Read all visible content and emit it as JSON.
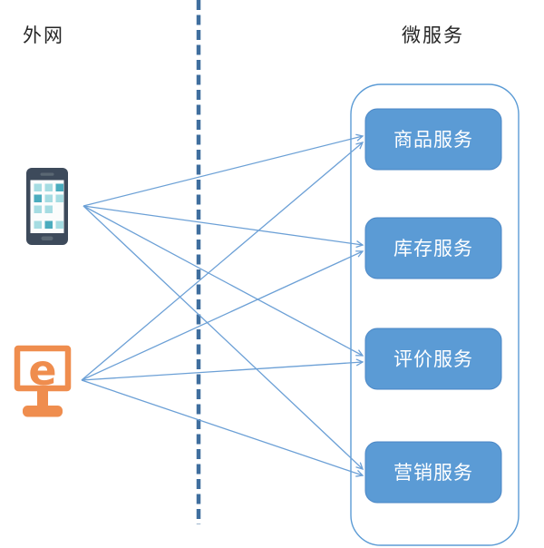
{
  "diagram": {
    "left_zone_label": "外网",
    "right_zone_label": "微服务",
    "services": [
      {
        "label": "商品服务"
      },
      {
        "label": "库存服务"
      },
      {
        "label": "评价服务"
      },
      {
        "label": "营销服务"
      }
    ],
    "clients": [
      {
        "name": "mobile-app-icon"
      },
      {
        "name": "browser-icon",
        "letter": "e"
      }
    ],
    "connections": [
      {
        "from": "mobile-app",
        "to": "商品服务"
      },
      {
        "from": "mobile-app",
        "to": "库存服务"
      },
      {
        "from": "mobile-app",
        "to": "评价服务"
      },
      {
        "from": "mobile-app",
        "to": "营销服务"
      },
      {
        "from": "browser",
        "to": "商品服务"
      },
      {
        "from": "browser",
        "to": "库存服务"
      },
      {
        "from": "browser",
        "to": "评价服务"
      },
      {
        "from": "browser",
        "to": "营销服务"
      }
    ],
    "colors": {
      "service_box_fill": "#5B9BD5",
      "service_box_border": "#4A86C5",
      "container_border": "#5B9BD5",
      "arrow": "#6CA0D6",
      "divider": "#3F6E9E",
      "phone_body": "#3D4A5B",
      "phone_detail": "#5A6773",
      "phone_screen": "#FBFCFC",
      "phone_tile_light": "#A5DCE2",
      "phone_tile_dark": "#4BACBE",
      "browser_orange": "#EF8D4E",
      "label_text": "#262626"
    }
  }
}
